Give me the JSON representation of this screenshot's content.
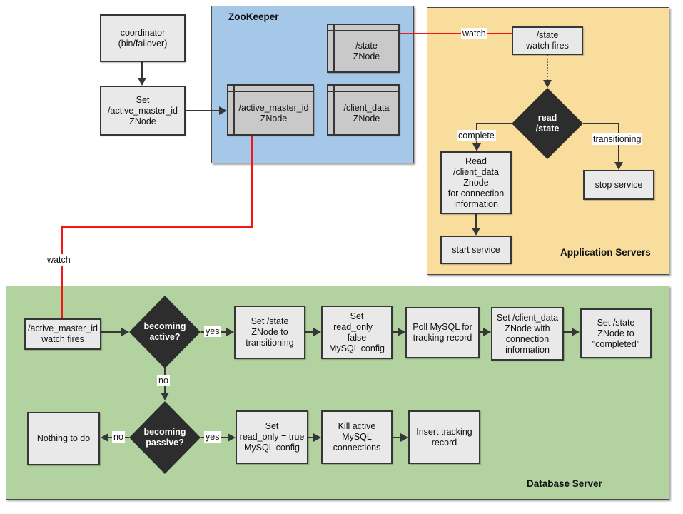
{
  "regions": {
    "zookeeper": "ZooKeeper",
    "application_servers": "Application Servers",
    "database_server": "Database Server"
  },
  "nodes": {
    "coordinator": "coordinator\n(bin/failover)",
    "set_active_master_id": "Set\n/active_master_id\nZNode",
    "state_watch_fires": "/state\nwatch fires",
    "read_client_data": "Read\n/client_data\nZnode\nfor connection\ninformation",
    "start_service": "start service",
    "stop_service": "stop service",
    "active_master_id_watch_fires": "/active_master_id\nwatch fires",
    "set_state_transitioning": "Set /state\nZNode to\ntransitioning",
    "set_read_only_false": "Set\nread_only =\nfalse\nMySQL config",
    "poll_mysql": "Poll MySQL for\ntracking record",
    "set_client_data": "Set /client_data\nZNode with\nconnection\ninformation",
    "set_state_completed": "Set /state\nZNode to\n\"completed\"",
    "nothing_to_do": "Nothing to do",
    "set_read_only_true": "Set\nread_only = true\nMySQL config",
    "kill_active_connections": "Kill active\nMySQL\nconnections",
    "insert_tracking_record": "Insert tracking\nrecord"
  },
  "znodes": {
    "state": "/state\nZNode",
    "active_master_id": "/active_master_id\nZNode",
    "client_data": "/client_data\nZNode"
  },
  "decisions": {
    "read_state": "read\n/state",
    "becoming_active": "becoming\nactive?",
    "becoming_passive": "becoming\npassive?"
  },
  "edge_labels": {
    "watch_state": "watch",
    "watch_active_master_id": "watch",
    "complete": "complete",
    "transitioning": "transitioning",
    "becoming_active_yes": "yes",
    "becoming_active_no": "no",
    "becoming_passive_yes": "yes",
    "becoming_passive_no": "no"
  },
  "colors": {
    "zookeeper_region": "#a5c7e8",
    "application_servers_region": "#f8dd9d",
    "database_server_region": "#b2d3a0",
    "process_box": "#e9e9e9",
    "znode_box": "#c9c9c9",
    "decision_diamond": "#2d2d2d",
    "watch_line": "#f51515",
    "arrow": "#363636"
  }
}
